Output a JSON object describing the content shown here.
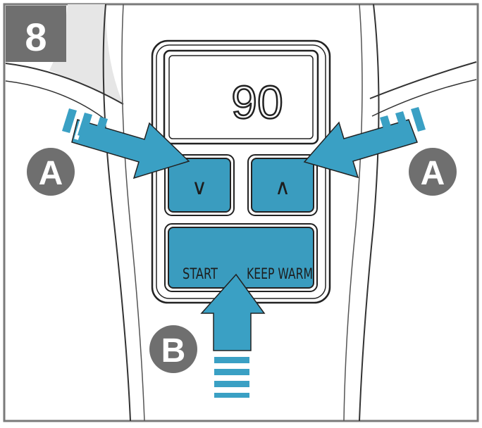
{
  "step_number": "8",
  "display": {
    "value": "90"
  },
  "buttons": {
    "down_label": "∨",
    "up_label": "∧",
    "start_label": "START",
    "keep_warm_label": "KEEP WARM"
  },
  "callouts": {
    "left": "A",
    "right": "A",
    "bottom": "B"
  },
  "colors": {
    "button_fill": "#3a9cbf",
    "arrow_fill": "#3aa0c4",
    "outline": "#222222",
    "step_badge": "#6f6f6f",
    "callout_circle": "#6f6f6f",
    "body_shading": "#e6e6e6"
  },
  "icons": [
    "arrow-down-right-icon",
    "arrow-down-left-icon",
    "arrow-up-icon"
  ]
}
